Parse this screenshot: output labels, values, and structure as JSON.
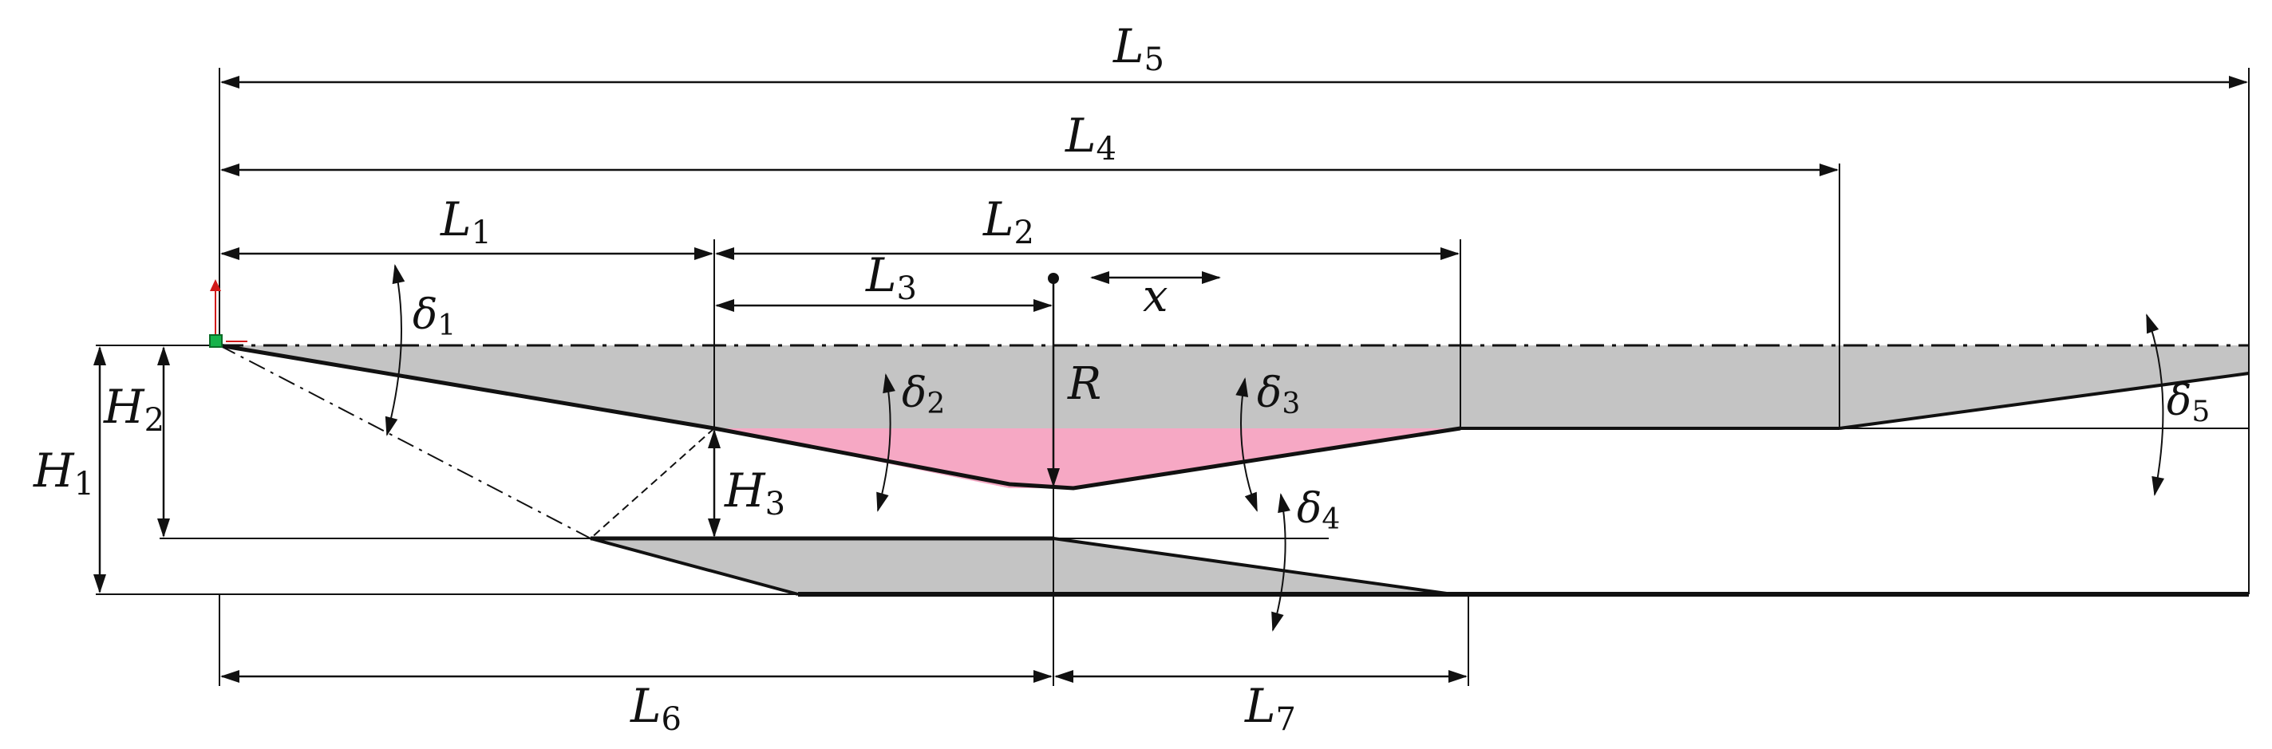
{
  "labels": {
    "L1": {
      "main": "L",
      "sub": "1"
    },
    "L2": {
      "main": "L",
      "sub": "2"
    },
    "L3": {
      "main": "L",
      "sub": "3"
    },
    "L4": {
      "main": "L",
      "sub": "4"
    },
    "L5": {
      "main": "L",
      "sub": "5"
    },
    "L6": {
      "main": "L",
      "sub": "6"
    },
    "L7": {
      "main": "L",
      "sub": "7"
    },
    "H1": {
      "main": "H",
      "sub": "1"
    },
    "H2": {
      "main": "H",
      "sub": "2"
    },
    "H3": {
      "main": "H",
      "sub": "3"
    },
    "d1": {
      "main": "δ",
      "sub": "1"
    },
    "d2": {
      "main": "δ",
      "sub": "2"
    },
    "d3": {
      "main": "δ",
      "sub": "3"
    },
    "d4": {
      "main": "δ",
      "sub": "4"
    },
    "d5": {
      "main": "δ",
      "sub": "5"
    },
    "R": "R",
    "x": "x"
  },
  "colors": {
    "gray_fill": "#c4c4c4",
    "pink_fill": "#f6a8c4",
    "line": "#111111",
    "axis_marker": "#17b24a",
    "arrow_red": "#d11a1a"
  }
}
